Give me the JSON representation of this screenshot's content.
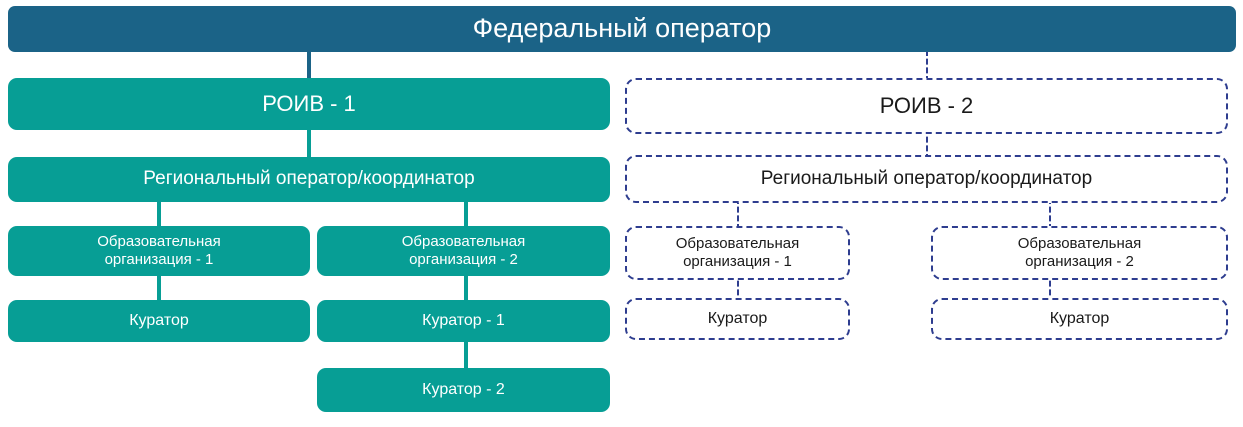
{
  "diagram": {
    "title_node": {
      "label": "Федеральный оператор",
      "style": "solid-dark-blue"
    },
    "colors": {
      "header_fill": "#1b6387",
      "active_branch_fill": "#079e95",
      "planned_branch_border": "#2e3d8f",
      "active_text": "#ffffff",
      "planned_text": "#1a1a1a",
      "background": "#ffffff"
    },
    "branches": [
      {
        "id": "roiv-1",
        "style": "solid",
        "root": {
          "label": "РОИВ - 1"
        },
        "coordinator": {
          "label": "Региональный оператор/координатор"
        },
        "organizations": [
          {
            "label": "Образовательная\nорганизация - 1",
            "curators": [
              {
                "label": "Куратор"
              }
            ]
          },
          {
            "label": "Образовательная\nорганизация - 2",
            "curators": [
              {
                "label": "Куратор  - 1"
              },
              {
                "label": "Куратор  - 2"
              }
            ]
          }
        ]
      },
      {
        "id": "roiv-2",
        "style": "dashed",
        "root": {
          "label": "РОИВ - 2"
        },
        "coordinator": {
          "label": "Региональный оператор/координатор"
        },
        "organizations": [
          {
            "label": "Образовательная\nорганизация - 1",
            "curators": [
              {
                "label": "Куратор"
              }
            ]
          },
          {
            "label": "Образовательная\nорганизация - 2",
            "curators": [
              {
                "label": "Куратор"
              }
            ]
          }
        ]
      }
    ]
  }
}
